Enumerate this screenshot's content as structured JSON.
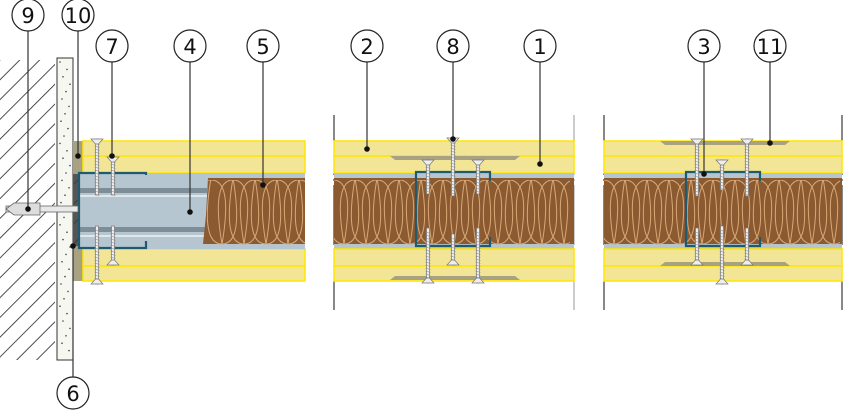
{
  "diagram": {
    "title": "Drywall shaft wall / lining construction details",
    "callouts": [
      {
        "id": "9",
        "label": "9",
        "target": "wall-anchor-dowel"
      },
      {
        "id": "10",
        "label": "10",
        "target": "edge-strip"
      },
      {
        "id": "7",
        "label": "7",
        "target": "drywall-screw"
      },
      {
        "id": "4",
        "label": "4",
        "target": "metal-stud-profile"
      },
      {
        "id": "5",
        "label": "5",
        "target": "mineral-wool-insulation"
      },
      {
        "id": "2",
        "label": "2",
        "target": "outer-board-layer"
      },
      {
        "id": "8",
        "label": "8",
        "target": "fastening-screw"
      },
      {
        "id": "1",
        "label": "1",
        "target": "inner-board-layer"
      },
      {
        "id": "3",
        "label": "3",
        "target": "cw-profile"
      },
      {
        "id": "11",
        "label": "11",
        "target": "joint-filler"
      },
      {
        "id": "6",
        "label": "6",
        "target": "sealing-tape"
      }
    ],
    "sections": [
      {
        "name": "wall-connection-detail"
      },
      {
        "name": "stud-joint-detail"
      },
      {
        "name": "offset-joint-detail"
      }
    ],
    "colors": {
      "board": "#f3e596",
      "board_edge": "#ffe600",
      "insulation": "#8b5a30",
      "insulation_line": "#d8a877",
      "steel": "#b5c6d0",
      "steel_dark": "#7f8d96",
      "profile": "#1f5a70",
      "filler": "#a8a283",
      "masonry_hatch": "#222222",
      "plaster": "#f7f7f2"
    }
  }
}
